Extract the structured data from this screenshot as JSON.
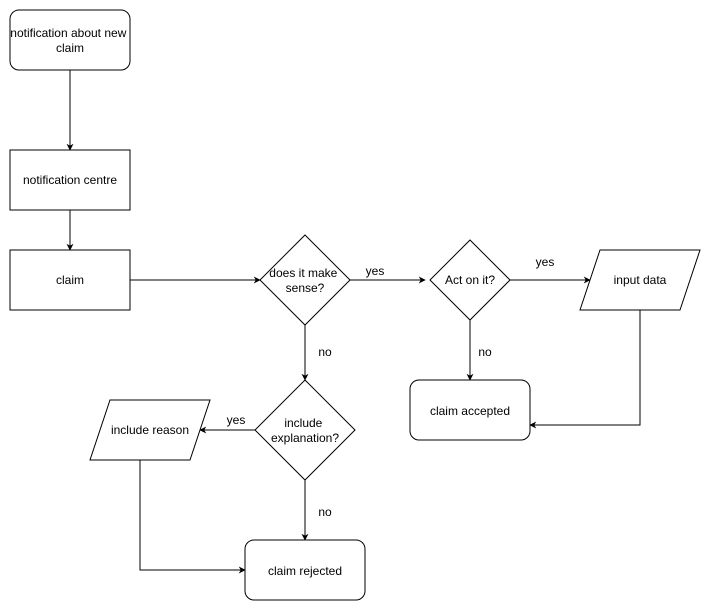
{
  "diagram": {
    "nodes": {
      "notify_new": {
        "lines": [
          "notification about new",
          "claim"
        ],
        "shape": "rounded-rectangle"
      },
      "centre": {
        "lines": [
          "notification centre"
        ],
        "shape": "rectangle"
      },
      "claim": {
        "lines": [
          "claim"
        ],
        "shape": "rectangle"
      },
      "makes_sense": {
        "lines": [
          "does it make",
          "sense?"
        ],
        "shape": "diamond"
      },
      "act_on": {
        "lines": [
          "Act on it?"
        ],
        "shape": "diamond"
      },
      "input_data": {
        "lines": [
          "input data"
        ],
        "shape": "parallelogram"
      },
      "accepted": {
        "lines": [
          "claim accepted"
        ],
        "shape": "rounded-rectangle"
      },
      "explanation": {
        "lines": [
          "include",
          "explanation?"
        ],
        "shape": "diamond"
      },
      "reason": {
        "lines": [
          "include reason"
        ],
        "shape": "parallelogram"
      },
      "rejected": {
        "lines": [
          "claim rejected"
        ],
        "shape": "rounded-rectangle"
      }
    },
    "edges": {
      "sense_yes": "yes",
      "sense_no": "no",
      "act_yes": "yes",
      "act_no": "no",
      "expl_yes": "yes",
      "expl_no": "no"
    },
    "colors": {
      "stroke": "#000000",
      "fill": "#ffffff",
      "text": "#000000"
    }
  }
}
